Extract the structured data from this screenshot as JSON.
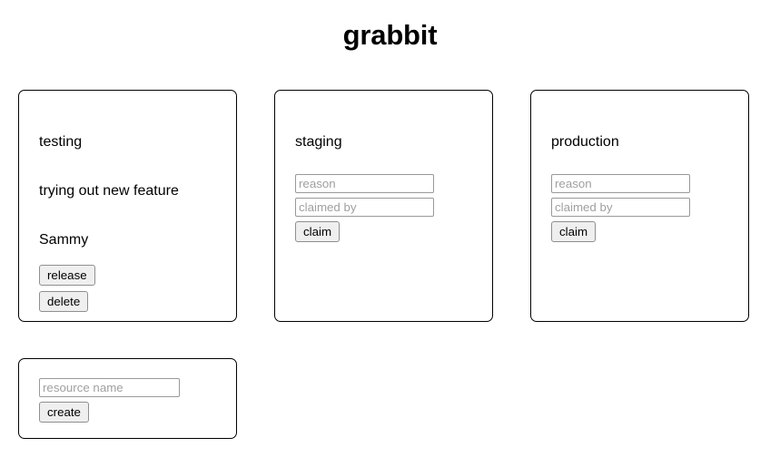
{
  "app": {
    "title": "grabbit"
  },
  "resources": [
    {
      "name": "testing",
      "claimed": true,
      "reason": "trying out new feature",
      "claimed_by": "Sammy",
      "release_label": "release",
      "delete_label": "delete"
    },
    {
      "name": "staging",
      "claimed": false,
      "reason_placeholder": "reason",
      "claimed_by_placeholder": "claimed by",
      "reason_value": "",
      "claimed_by_value": "",
      "claim_label": "claim"
    },
    {
      "name": "production",
      "claimed": false,
      "reason_placeholder": "reason",
      "claimed_by_placeholder": "claimed by",
      "reason_value": "",
      "claimed_by_value": "",
      "claim_label": "claim"
    }
  ],
  "create": {
    "resource_name_placeholder": "resource name",
    "resource_name_value": "",
    "create_label": "create"
  },
  "colors": {
    "page_background": "#ffffff",
    "text": "#000000",
    "card_border": "#000000",
    "input_border": "#999999",
    "placeholder_text": "#a0a0a0",
    "button_background": "#efefef",
    "button_border": "#8f8f8f"
  }
}
